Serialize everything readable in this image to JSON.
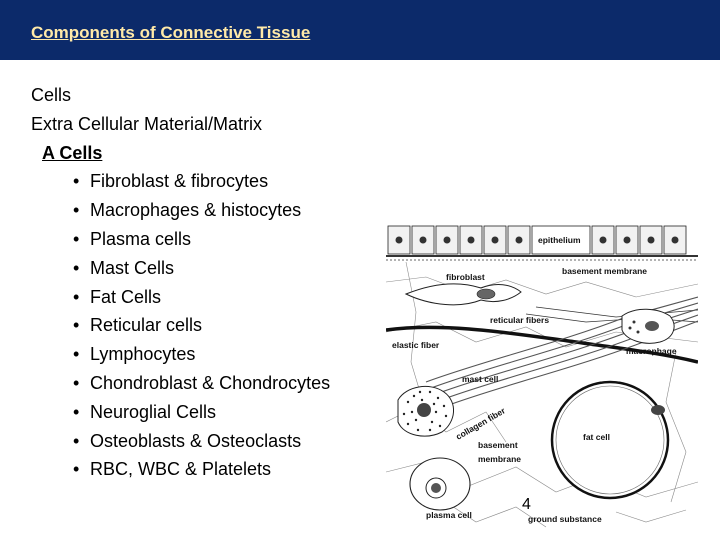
{
  "slide": {
    "title": "Components of Connective Tissue",
    "lines": [
      "Cells",
      "Extra Cellular Material/Matrix"
    ],
    "subheading": "A Cells",
    "bullet_symbol": "•",
    "bullets": [
      "Fibroblast & fibrocytes",
      "Macrophages & histocytes",
      "Plasma cells",
      "Mast Cells",
      "Fat Cells",
      "Reticular cells",
      "Lymphocytes",
      "Chondroblast & Chondrocytes",
      "Neuroglial Cells",
      "Osteoblasts & Osteoclasts",
      "RBC, WBC & Platelets"
    ],
    "page_number": "4"
  },
  "figure": {
    "labels": {
      "epithelium": "epithelium",
      "basement_membrane_top": "basement membrane",
      "fibroblast": "fibroblast",
      "reticular_fibers": "reticular fibers",
      "elastic_fiber": "elastic fiber",
      "macrophage": "macrophage",
      "mast_cell": "mast cell",
      "collagen_fiber": "collagen fiber",
      "basement": "basement",
      "membrane": "membrane",
      "fat_cell": "fat cell",
      "plasma_cell": "plasma cell",
      "ground_substance": "ground substance"
    }
  },
  "colors": {
    "header_background": "#0c2a6a",
    "title_text": "#ffe9a8"
  }
}
